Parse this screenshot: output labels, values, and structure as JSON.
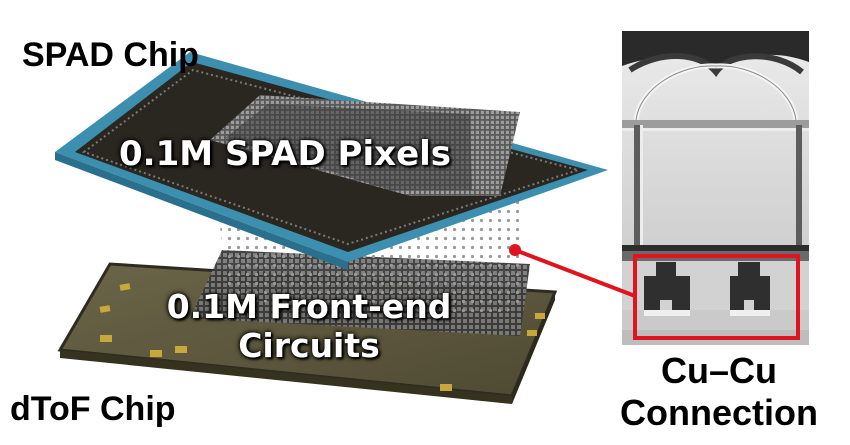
{
  "labels": {
    "spad_chip": "SPAD Chip",
    "dtof_chip": "dToF Chip",
    "spad_pixels": "0.1M SPAD Pixels",
    "front_end_line1": "0.1M Front-end",
    "front_end_line2": "Circuits",
    "cucu_line1": "Cu–Cu",
    "cucu_line2": "Connection"
  },
  "colors": {
    "spad_chip_fill": "#2a2620",
    "spad_chip_border": "#3d8fb0",
    "dtof_chip_fill": "#5f5a3f",
    "dtof_chip_border": "#3b3828",
    "pad_color": "#c8a83c",
    "callout_red": "#e0141e",
    "bump_dots": "#9a9a9a",
    "label_text": "#000000",
    "chip_text": "#ffffff"
  }
}
